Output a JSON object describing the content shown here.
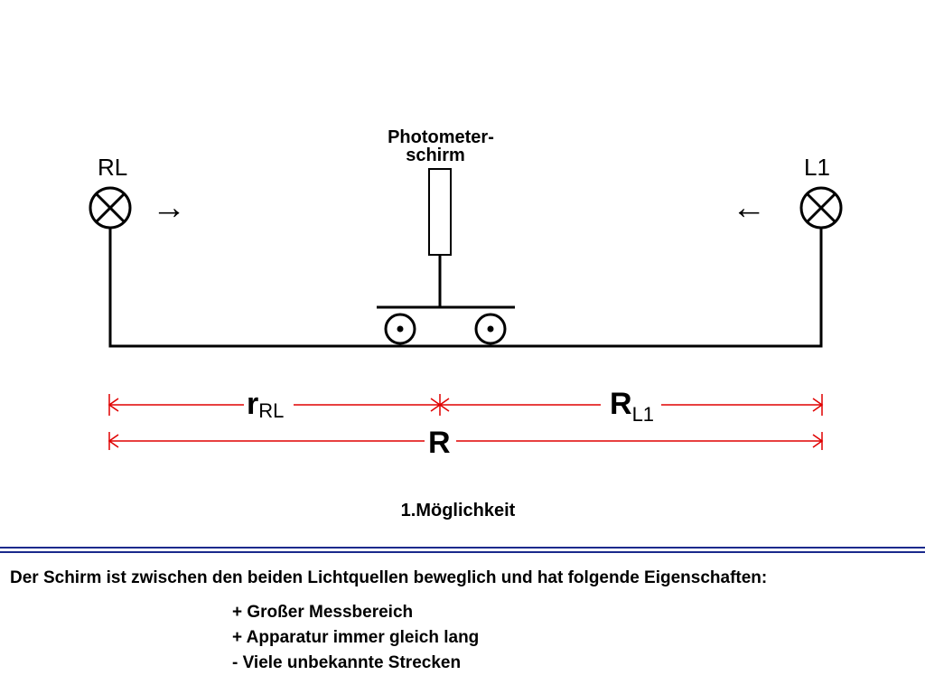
{
  "diagram": {
    "lamp_left_label": "RL",
    "lamp_right_label": "L1",
    "screen_label_line1": "Photometer-",
    "screen_label_line2": "schirm",
    "dim_r_main": "r",
    "dim_r_sub": "RL",
    "dim_R_main": "R",
    "dim_R_sub": "L1",
    "dim_total": "R",
    "line_color": "#000000",
    "dimension_color": "#e00000",
    "arrow_left": "→",
    "arrow_right": "←"
  },
  "caption": "1.Möglichkeit",
  "divider_color": "#1a2a8c",
  "description": "Der Schirm ist zwischen den beiden Lichtquellen beweglich und hat folgende Eigenschaften:",
  "properties": [
    "+ Großer Messbereich",
    "+ Apparatur immer gleich lang",
    "- Viele unbekannte Strecken"
  ]
}
